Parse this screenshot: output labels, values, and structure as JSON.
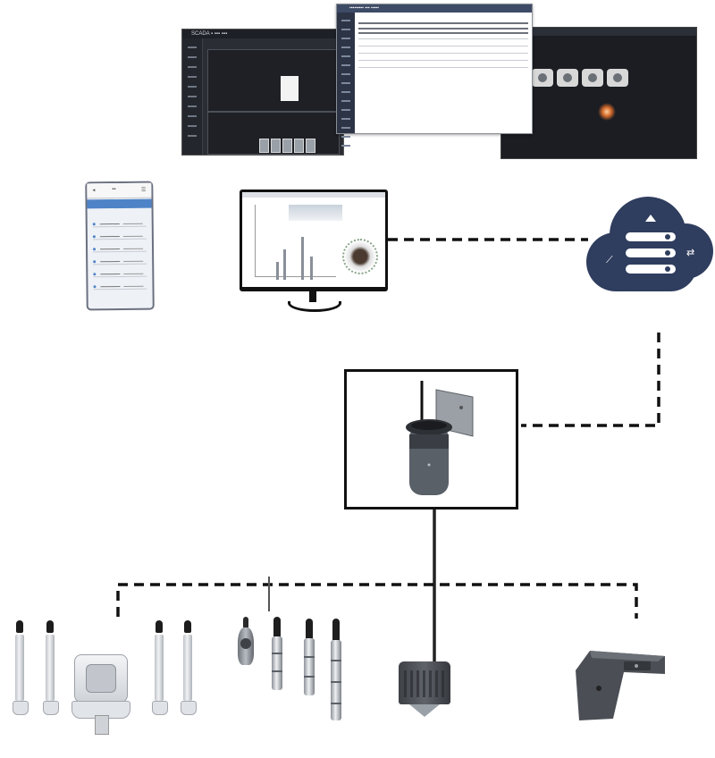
{
  "diagram": {
    "software_screens": [
      {
        "id": "screen-left",
        "title_text": "SCADA ▪ ▪▪▪ ▪▪▪"
      },
      {
        "id": "screen-middle",
        "title_text": "▪▪▪▪▪▪▪▪▪ ▪▪▪ ▪▪▪▪▪"
      },
      {
        "id": "screen-right",
        "title_text": ""
      }
    ],
    "mobile": {
      "header_left": "◂",
      "header_mid": "▪▪",
      "header_right": "☰"
    },
    "cloud": {
      "glyph_left": "⟋",
      "glyph_right": "⇄"
    },
    "colors": {
      "cloud": "#2f3d5e",
      "line": "#111111",
      "monitor": "#111111",
      "phone_accent": "#4e83c7",
      "glow": "#d46a2b"
    }
  }
}
